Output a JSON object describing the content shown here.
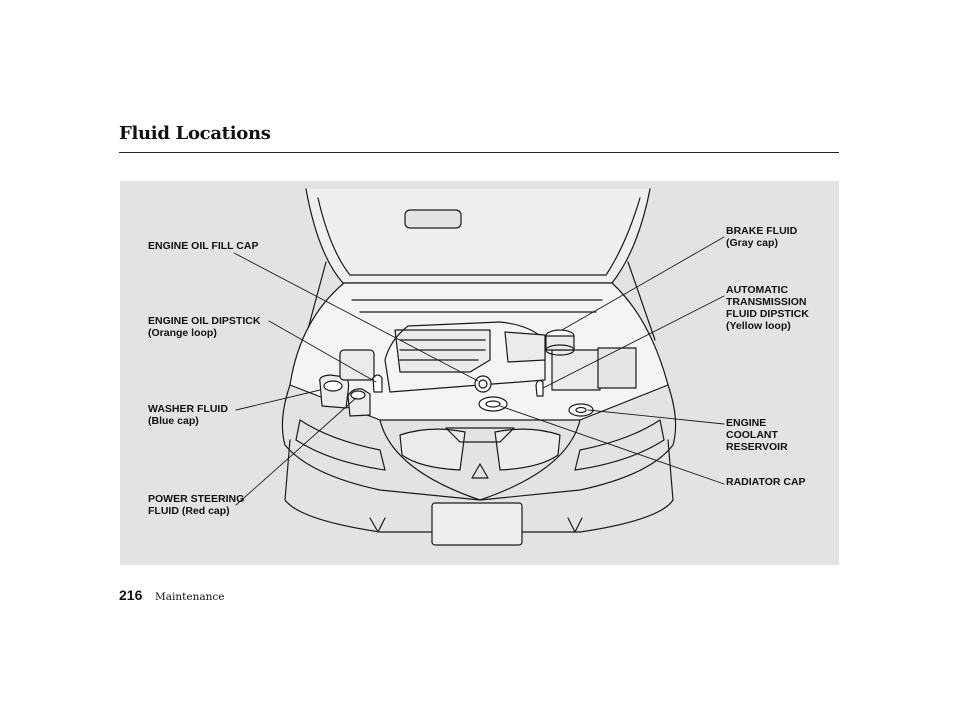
{
  "page": {
    "title": "Fluid Locations",
    "page_number": "216",
    "section": "Maintenance"
  },
  "callouts": {
    "engine_oil_fill_cap": {
      "line1": "ENGINE OIL FILL CAP"
    },
    "engine_oil_dipstick": {
      "line1": "ENGINE OIL DIPSTICK",
      "line2": "(Orange loop)"
    },
    "washer_fluid": {
      "line1": "WASHER FLUID",
      "line2": "(Blue cap)"
    },
    "power_steering_fluid": {
      "line1": "POWER STEERING",
      "line2": "FLUID",
      "line2b": "(Red cap)"
    },
    "brake_fluid": {
      "line1": "BRAKE FLUID",
      "line2": "(Gray cap)"
    },
    "atf_dipstick": {
      "line1": "AUTOMATIC",
      "line2": "TRANSMISSION",
      "line3": "FLUID DIPSTICK",
      "line4": "(Yellow loop)"
    },
    "engine_coolant_reservoir": {
      "line1": "ENGINE",
      "line2": "COOLANT",
      "line3": "RESERVOIR"
    },
    "radiator_cap": {
      "line1": "RADIATOR CAP"
    }
  }
}
